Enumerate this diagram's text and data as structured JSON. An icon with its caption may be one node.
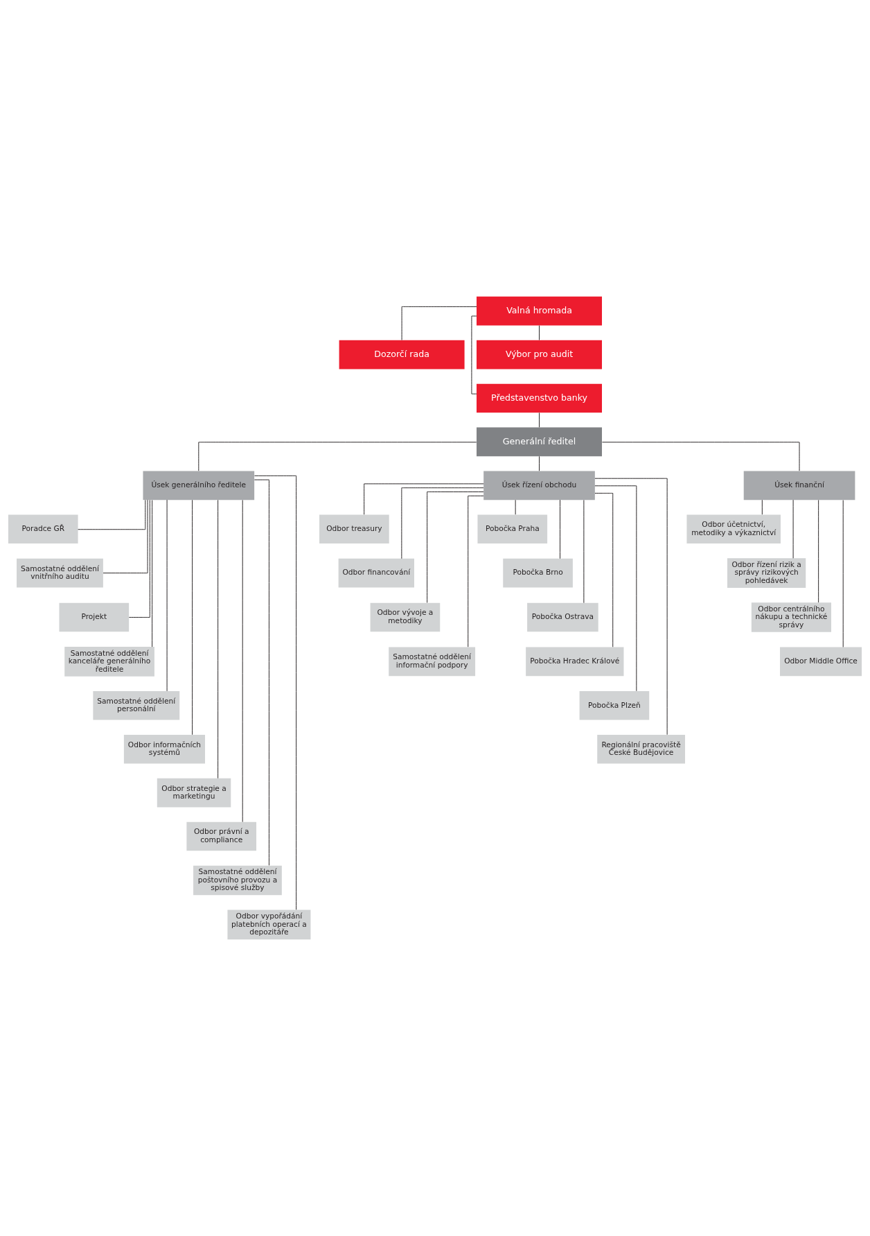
{
  "diagram": {
    "nodes": [
      {
        "text": [
          "Valná hromada"
        ]
      },
      {
        "text": [
          "Dozorčí rada"
        ]
      },
      {
        "text": [
          "Výbor pro audit"
        ]
      },
      {
        "text": [
          "Představenstvo banky"
        ]
      },
      {
        "text": [
          "Generální ředitel"
        ]
      },
      {
        "text": [
          "Úsek generálního ředitele"
        ]
      },
      {
        "text": [
          "Úsek řízení obchodu"
        ]
      },
      {
        "text": [
          "Úsek finanční"
        ]
      },
      {
        "text": [
          "Poradce GŘ"
        ]
      },
      {
        "text": [
          "Samostatné oddělení vnitřního auditu"
        ]
      },
      {
        "text": [
          "Projekt"
        ]
      },
      {
        "text": [
          "Samostatné oddělení kanceláře generálního ředitele"
        ]
      },
      {
        "text": [
          "Samostatné oddělení personální"
        ]
      },
      {
        "text": [
          "Odbor informačních systémů"
        ]
      },
      {
        "text": [
          "Odbor strategie a marketingu"
        ]
      },
      {
        "text": [
          "Odbor právní a compliance"
        ]
      },
      {
        "text": [
          "Samostatné oddělení poštovního provozu a spisové služby"
        ]
      },
      {
        "text": [
          "Odbor vypořádání platebních operací a depozitáře"
        ]
      },
      {
        "text": [
          "Odbor treasury"
        ]
      },
      {
        "text": [
          "Odbor financování"
        ]
      },
      {
        "text": [
          "Odbor vývoje a metodiky"
        ]
      },
      {
        "text": [
          "Samostatné oddělení informační podpory"
        ]
      },
      {
        "text": [
          "Pobočka Praha"
        ]
      },
      {
        "text": [
          "Pobočka Brno"
        ]
      },
      {
        "text": [
          "Pobočka Ostrava"
        ]
      },
      {
        "text": [
          "Pobočka Hradec Králové"
        ]
      },
      {
        "text": [
          "Pobočka Plzeň"
        ]
      },
      {
        "text": [
          "Regionální pracoviště České Budějovice"
        ]
      },
      {
        "text": [
          "Odbor účetnictví, metodiky a výkaznictví"
        ]
      },
      {
        "text": [
          "Odbor řízení rizik a správy rizikových pohledávek"
        ]
      },
      {
        "text": [
          "Odbor centrálního nákupu a technické správy"
        ]
      },
      {
        "text": [
          "Odbor Middle Office"
        ]
      }
    ],
    "edges": [
      {
        "from": 0,
        "to": 1,
        "arrow": "none"
      },
      {
        "from": 0,
        "to": 2,
        "arrow": "none"
      },
      {
        "from": 0,
        "to": 3,
        "arrow": "none"
      },
      {
        "from": 3,
        "to": 4,
        "arrow": "none"
      },
      {
        "from": 4,
        "to": 5,
        "arrow": "none"
      },
      {
        "from": 4,
        "to": 6,
        "arrow": "none"
      },
      {
        "from": 4,
        "to": 7,
        "arrow": "none"
      },
      {
        "from": 5,
        "to": 8,
        "arrow": "none"
      },
      {
        "from": 5,
        "to": 9,
        "arrow": "none"
      },
      {
        "from": 5,
        "to": 10,
        "arrow": "none"
      },
      {
        "from": 5,
        "to": 11,
        "arrow": "none"
      },
      {
        "from": 5,
        "to": 12,
        "arrow": "none"
      },
      {
        "from": 5,
        "to": 13,
        "arrow": "none"
      },
      {
        "from": 5,
        "to": 14,
        "arrow": "none"
      },
      {
        "from": 5,
        "to": 15,
        "arrow": "none"
      },
      {
        "from": 5,
        "to": 16,
        "arrow": "none"
      },
      {
        "from": 5,
        "to": 17,
        "arrow": "none"
      },
      {
        "from": 6,
        "to": 18,
        "arrow": "none"
      },
      {
        "from": 6,
        "to": 19,
        "arrow": "none"
      },
      {
        "from": 6,
        "to": 20,
        "arrow": "none"
      },
      {
        "from": 6,
        "to": 21,
        "arrow": "none"
      },
      {
        "from": 6,
        "to": 22,
        "arrow": "none"
      },
      {
        "from": 6,
        "to": 23,
        "arrow": "none"
      },
      {
        "from": 6,
        "to": 24,
        "arrow": "none"
      },
      {
        "from": 6,
        "to": 25,
        "arrow": "none"
      },
      {
        "from": 6,
        "to": 26,
        "arrow": "none"
      },
      {
        "from": 6,
        "to": 27,
        "arrow": "none"
      },
      {
        "from": 7,
        "to": 28,
        "arrow": "none"
      },
      {
        "from": 7,
        "to": 29,
        "arrow": "none"
      },
      {
        "from": 7,
        "to": 30,
        "arrow": "none"
      },
      {
        "from": 7,
        "to": 31,
        "arrow": "none"
      }
    ]
  }
}
